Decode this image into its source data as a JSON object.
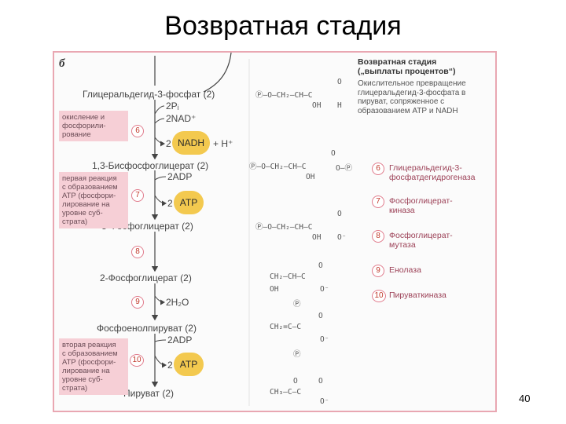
{
  "slide": {
    "title": "Возвратная стадия",
    "page_number": "40"
  },
  "panel": {
    "label": "б",
    "header_title": "Возвратная стадия",
    "header_subtitle": "(„выплаты процентов“)",
    "header_desc_1": "Окислительное превращение",
    "header_desc_2": "глицеральдегид-3-фосфата в",
    "header_desc_3": "пируват, сопряженное с",
    "header_desc_4": "образованием АТР и NADH"
  },
  "pathway": {
    "c1": "Глицеральдегид-3-фосфат (2)",
    "c2": "1,3-Бисфосфоглицерат (2)",
    "c3": "3-Фосфоглицерат (2)",
    "c4": "2-Фосфоглицерат (2)",
    "c5": "Фосфоенолпируват (2)",
    "c6": "Пируват (2)",
    "in_2pi": "2Pᵢ",
    "in_nad": "2NAD⁺",
    "out_nadh_2": "2",
    "out_nadh": "NADH",
    "out_h": "+ H⁺",
    "in_adp1": "2ADP",
    "out_atp1_2": "2",
    "out_atp1": "ATP",
    "out_h2o": "2H₂O",
    "in_adp2": "2ADP",
    "out_atp2_2": "2",
    "out_atp2": "ATP"
  },
  "steps": [
    "6",
    "7",
    "8",
    "9",
    "10"
  ],
  "notes": {
    "n1": [
      "окисление и",
      "фосфорили-",
      "рование"
    ],
    "n2": [
      "первая реакция",
      "с образованием",
      "АТР (фосфори-",
      "лирование на",
      "уровне суб-",
      "страта)"
    ],
    "n3": [
      "вторая реакция",
      "с образованием",
      "АТР (фосфори-",
      "лирование на",
      "уровне суб-",
      "страта)"
    ]
  },
  "enzymes": [
    {
      "num": "6",
      "l1": "Глицеральдегид-3-",
      "l2": "фосфатдегидрогеназа"
    },
    {
      "num": "7",
      "l1": "Фосфоглицерат-",
      "l2": "киназа"
    },
    {
      "num": "8",
      "l1": "Фосфоглицерат-",
      "l2": "мутаза"
    },
    {
      "num": "9",
      "l1": "Енолаза",
      "l2": ""
    },
    {
      "num": "10",
      "l1": "Пируваткиназа",
      "l2": ""
    }
  ],
  "structures": {
    "s1_main": "Ⓟ–O–CH₂–CH–C",
    "s1_sub": "OH",
    "s1_o": "O",
    "s1_h": "H",
    "s2_main": "Ⓟ–O–CH₂–CH–C",
    "s2_sub": "OH",
    "s2_o": "O",
    "s2_p": "O–Ⓟ",
    "s3_main": "Ⓟ–O–CH₂–CH–C",
    "s3_sub": "OH",
    "s3_o": "O",
    "s3_om": "O⁻",
    "s4_main": "CH₂–CH–C",
    "s4_oh": "OH",
    "s4_o": "O",
    "s4_om": "O⁻",
    "s4_p": "Ⓟ",
    "s5_main": "CH₂=C–C",
    "s5_o": "O",
    "s5_om": "O⁻",
    "s5_p": "Ⓟ",
    "s6_main": "CH₃–C–C",
    "s6_o": "O",
    "s6_om": "O⁻",
    "s6_keto": "O"
  },
  "colors": {
    "accent_pink": "#e07b8c",
    "note_bg": "#f6cfd6",
    "highlight_yellow": "#f3c94f",
    "panel_border": "#e9a7b2"
  }
}
